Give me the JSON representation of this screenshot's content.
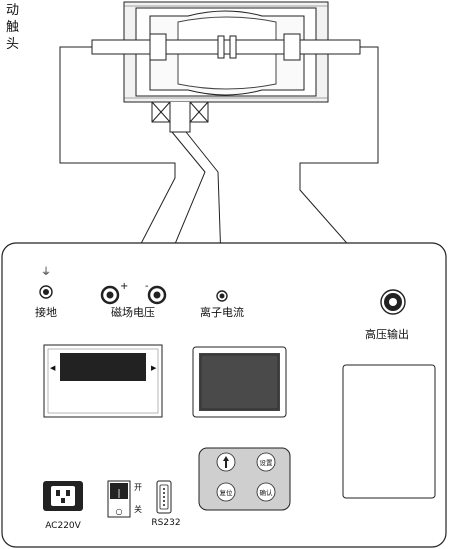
{
  "vacuum_interrupter": {
    "moving_contact_label": "动触头"
  },
  "front_panel": {
    "ground": {
      "symbol": "⏚",
      "label": "接地"
    },
    "magnetic_field_voltage": {
      "label": "磁场电压",
      "positive_sign": "+",
      "negative_sign": "-"
    },
    "ion_current": {
      "label": "离子电流"
    },
    "high_voltage_output": {
      "label": "高压输出"
    },
    "lcd_display": {
      "left_arrow": "◀",
      "right_arrow": "▶"
    },
    "power_input": {
      "label": "AC220V"
    },
    "power_switch": {
      "on_mark": "|",
      "off_mark": "○",
      "on_label": "开",
      "off_label": "关"
    },
    "serial_port": {
      "label": "RS232"
    },
    "keypad": {
      "up_key_icon": "arrow-up-icon",
      "set_label": "设置",
      "reset_label": "复位",
      "confirm_label": "确认"
    }
  }
}
